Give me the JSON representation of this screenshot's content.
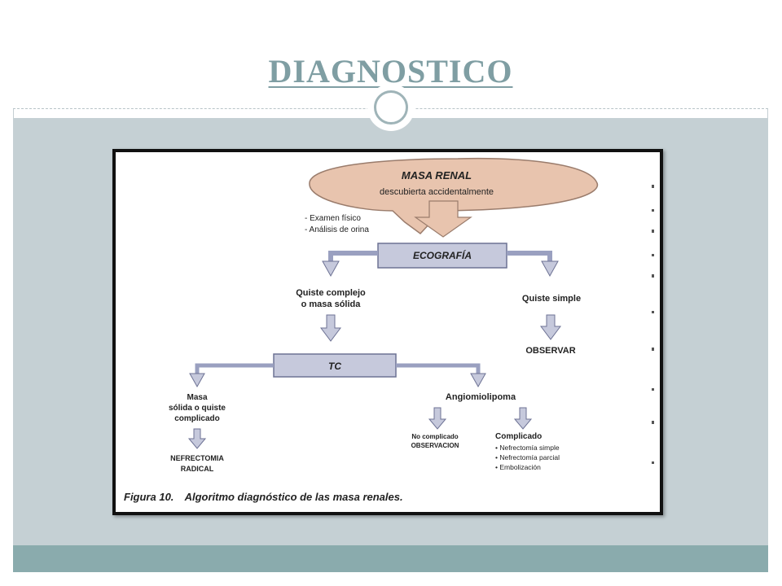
{
  "slide": {
    "title": "DIAGNOSTICO"
  },
  "diagram": {
    "start_node": {
      "title": "MASA RENAL",
      "subtitle": "descubierta accidentalmente"
    },
    "pre_exams": [
      "- Examen físico",
      "- Análisis de orina"
    ],
    "ecografia": "ECOGRAFÍA",
    "quiste_complejo": [
      "Quiste complejo",
      "o masa sólida"
    ],
    "quiste_simple": "Quiste simple",
    "observar": "OBSERVAR",
    "tc": "TC",
    "masa_solida": [
      "Masa",
      "sólida o quiste",
      "complicado"
    ],
    "nefrectomia_radical": [
      "NEFRECTOMIA",
      "RADICAL"
    ],
    "angiomiolipoma": "Angiomiolipoma",
    "no_complicado": [
      "No complicado",
      "OBSERVACION"
    ],
    "complicado": {
      "title": "Complicado",
      "items": [
        "• Nefrectomía simple",
        "• Nefrectomía parcial",
        "• Embolización"
      ]
    },
    "caption_label": "Figura 10.",
    "caption_text": "Algoritmo diagnóstico de las masa renales."
  }
}
